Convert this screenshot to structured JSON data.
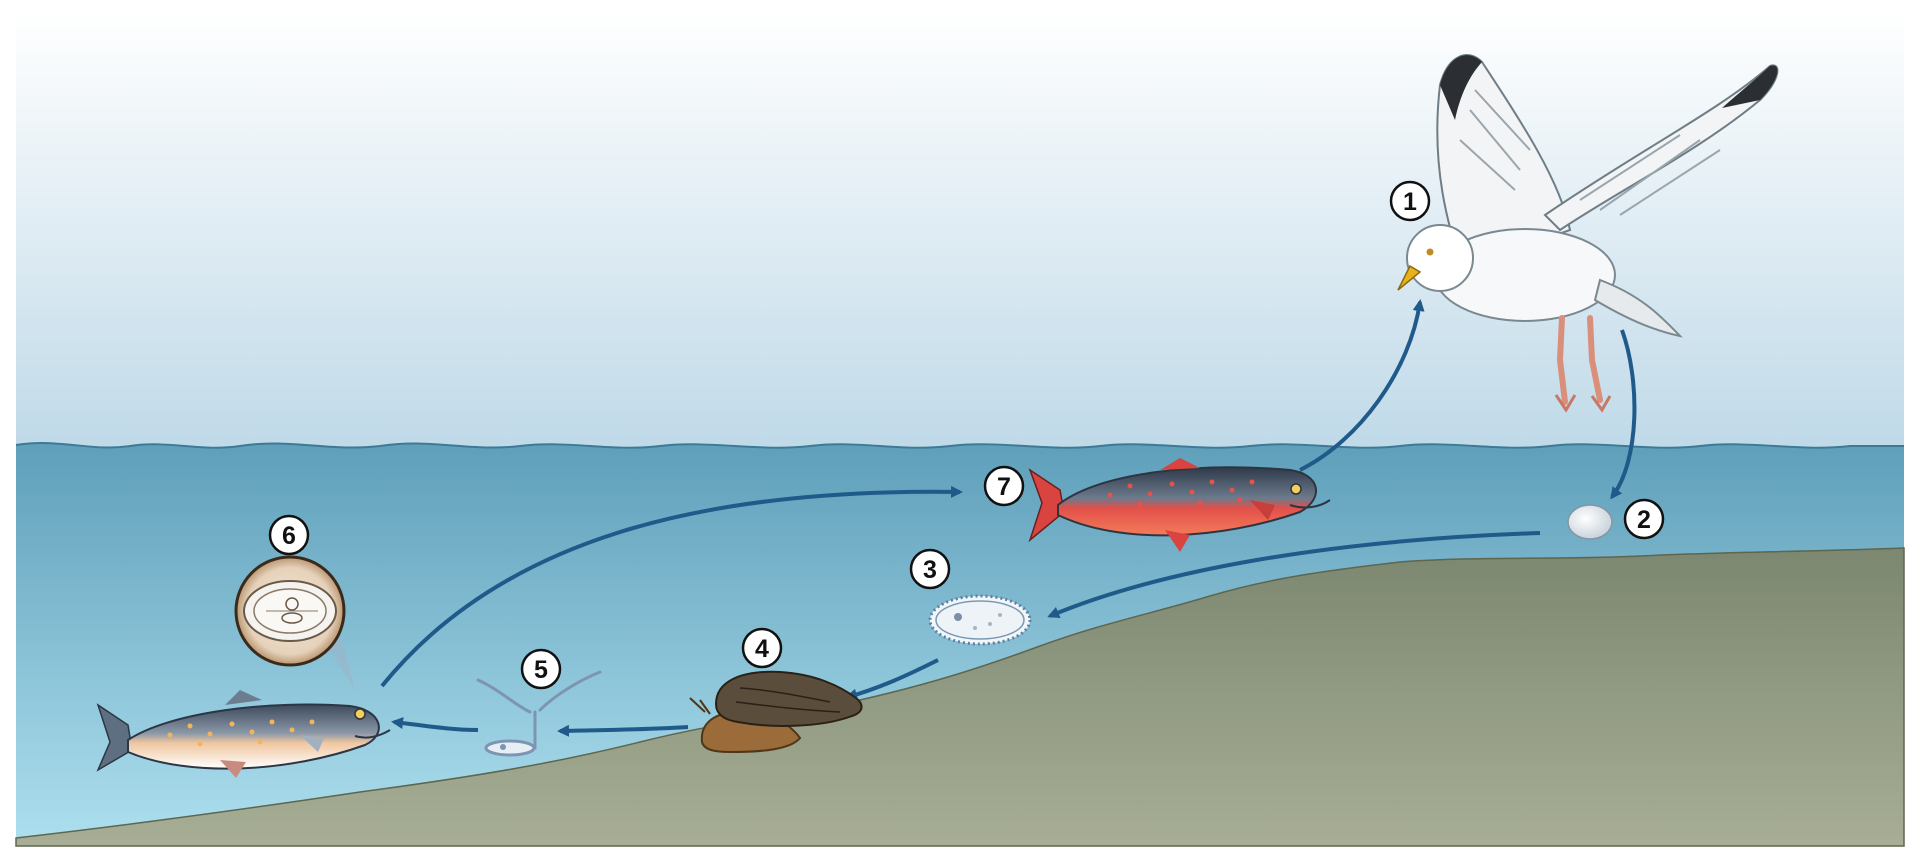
{
  "diagram": {
    "stages": [
      {
        "number": "1",
        "organism": "gull"
      },
      {
        "number": "2",
        "organism": "egg"
      },
      {
        "number": "3",
        "organism": "miracidium"
      },
      {
        "number": "4",
        "organism": "snail"
      },
      {
        "number": "5",
        "organism": "cercaria"
      },
      {
        "number": "6",
        "organism": "infected-fish-metacercaria"
      },
      {
        "number": "7",
        "organism": "char-fish"
      }
    ],
    "colors": {
      "sky_top": "#ffffff",
      "sky_bottom": "#bfd9e8",
      "water_top": "#6aa6bf",
      "water_bottom": "#a9d6e8",
      "seabed": "#8f9a80",
      "arrow": "#1f5a8a"
    }
  }
}
